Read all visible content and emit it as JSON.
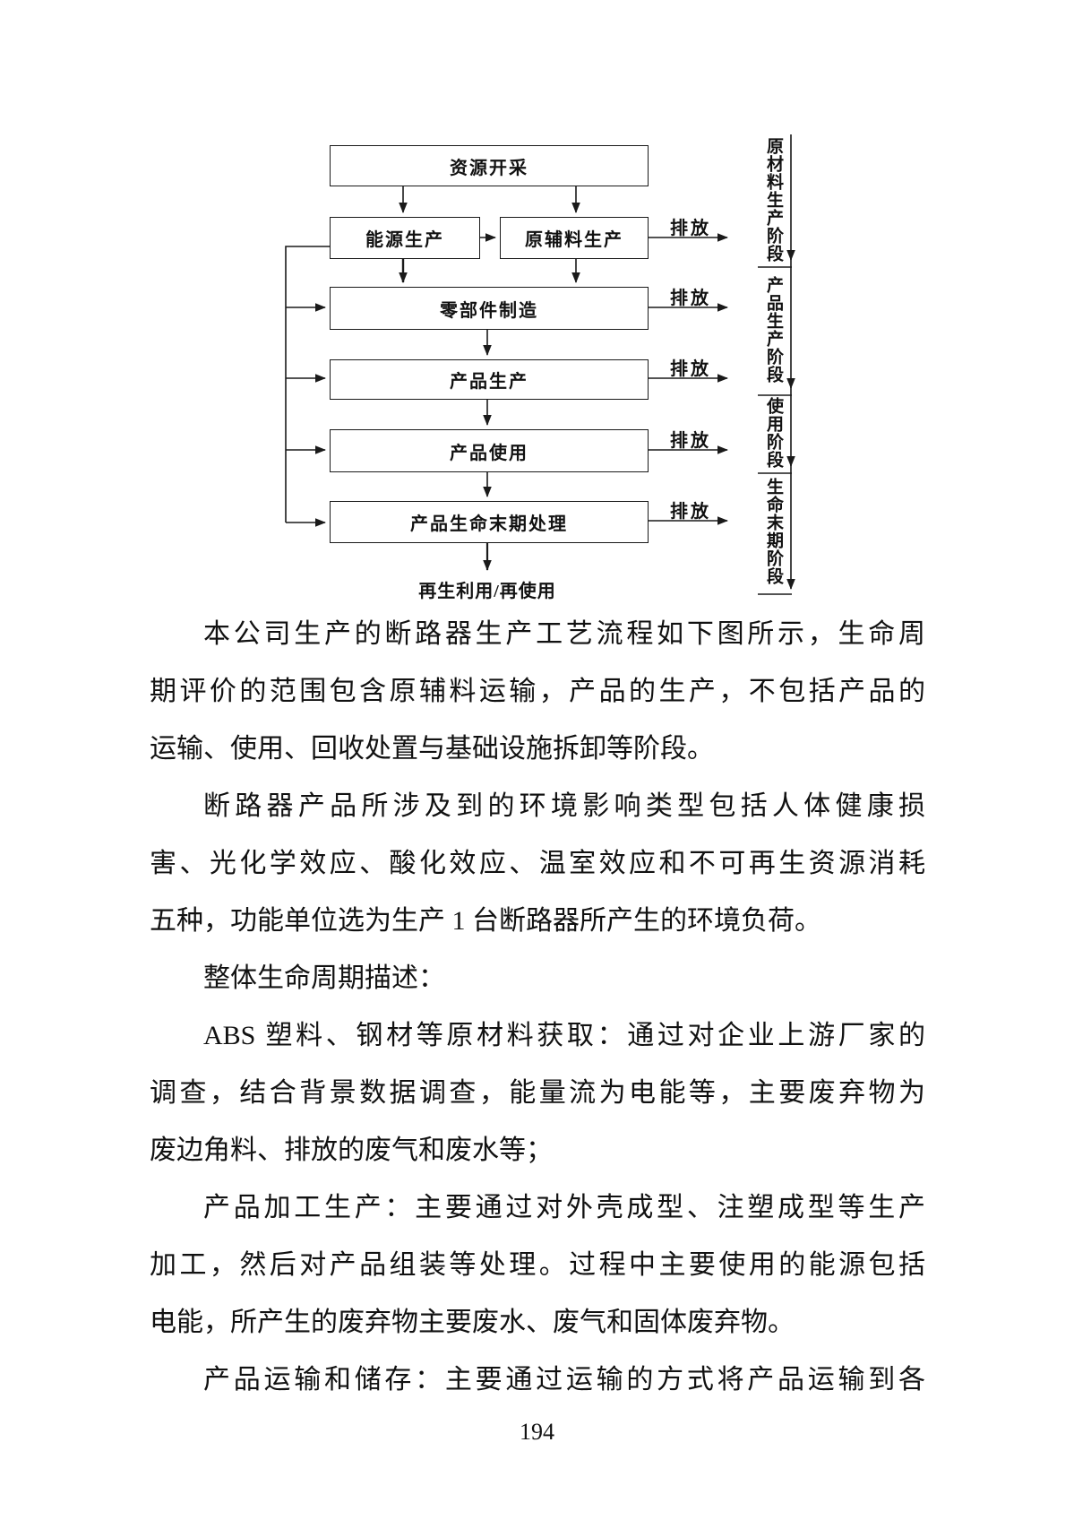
{
  "flowchart": {
    "boxes": {
      "resource": "资源开采",
      "energy": "能源生产",
      "raw_material": "原辅料生产",
      "parts": "零部件制造",
      "production": "产品生产",
      "use": "产品使用",
      "end_of_life": "产品生命末期处理"
    },
    "recycle_label": "再生利用/再使用",
    "emission_label": "排放",
    "stages": [
      {
        "label": "原材料生产阶段"
      },
      {
        "label": "产品生产阶段"
      },
      {
        "label": "使用阶段"
      },
      {
        "label": "生命末期阶段"
      }
    ]
  },
  "body": {
    "lines": [
      {
        "text": "本公司生产的断路器生产工艺流程如下图所示，生命周"
      },
      {
        "text": "期评价的范围包含原辅料运输，产品的生产，不包括产品的"
      },
      {
        "text": "运输、使用、回收处置与基础设施拆卸等阶段。"
      },
      {
        "text": "断路器产品所涉及到的环境影响类型包括人体健康损"
      },
      {
        "text": "害、光化学效应、酸化效应、温室效应和不可再生资源消耗"
      },
      {
        "text": "五种，功能单位选为生产 1 台断路器所产生的环境负荷。"
      },
      {
        "text": "整体生命周期描述："
      },
      {
        "text": "ABS 塑料、钢材等原材料获取：通过对企业上游厂家的"
      },
      {
        "text": "调查，结合背景数据调查，能量流为电能等，主要废弃物为"
      },
      {
        "text": "废边角料、排放的废气和废水等；"
      },
      {
        "text": "产品加工生产：主要通过对外壳成型、注塑成型等生产"
      },
      {
        "text": "加工，然后对产品组装等处理。过程中主要使用的能源包括"
      },
      {
        "text": "电能，所产生的废弃物主要废水、废气和固体废弃物。"
      },
      {
        "text": "产品运输和储存：主要通过运输的方式将产品运输到各"
      }
    ]
  },
  "footer": {
    "page_number": "194"
  }
}
